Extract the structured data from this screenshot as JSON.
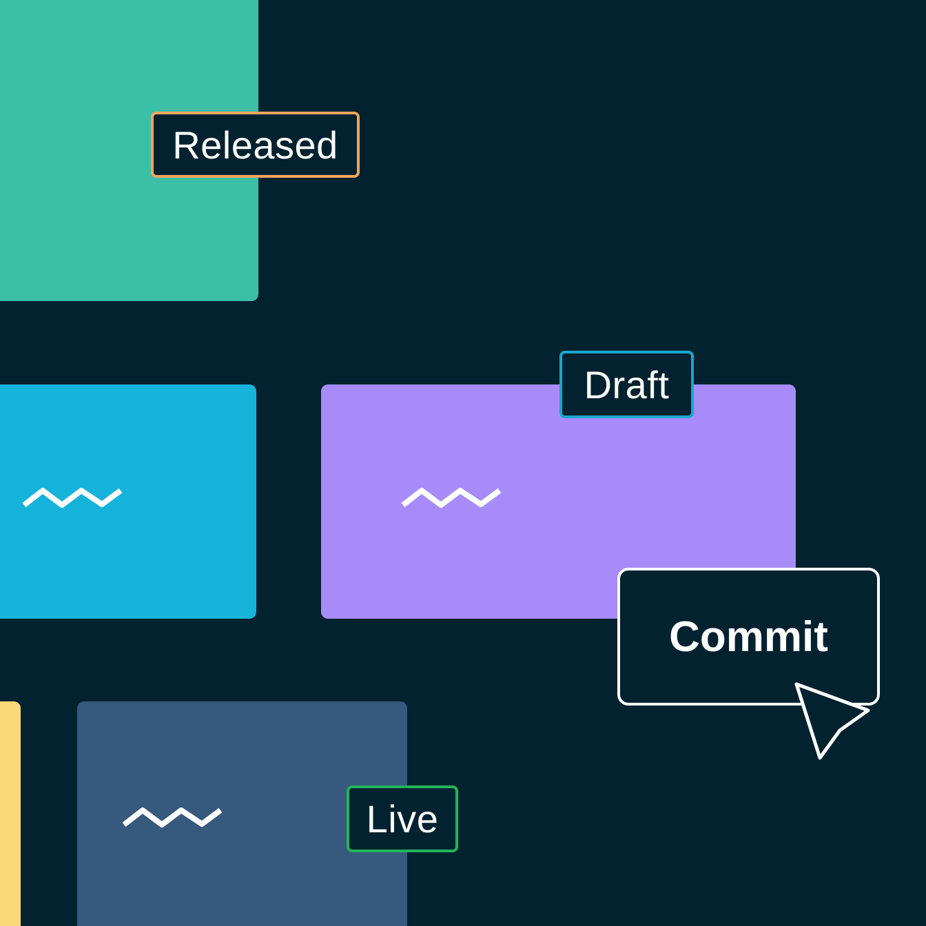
{
  "scene": {
    "background_color": "#03222f",
    "released_card": {
      "color": "#3bbfa7",
      "tag_label": "Released",
      "tag_border_color": "#f0a55f",
      "tag_text_color": "#ffffff"
    },
    "in_progress_card": {
      "color": "#15b3d9",
      "icon": "wave-icon",
      "icon_color": "#ffffff"
    },
    "draft_card": {
      "color": "#a78bf8",
      "tag_label": "Draft",
      "tag_border_color": "#17a8cb",
      "tag_text_color": "#ffffff",
      "icon": "wave-icon",
      "icon_color": "#ffffff"
    },
    "live_card": {
      "color": "#36597d",
      "tag_label": "Live",
      "tag_border_color": "#21b45a",
      "tag_text_color": "#ffffff",
      "icon": "wave-icon",
      "icon_color": "#ffffff"
    },
    "yellow_card": {
      "color": "#fbd878"
    },
    "commit_button": {
      "label": "Commit",
      "border_color": "#ffffff",
      "text_color": "#ffffff",
      "cursor_icon": "pointer-cursor-icon",
      "cursor_color": "#ffffff"
    }
  }
}
